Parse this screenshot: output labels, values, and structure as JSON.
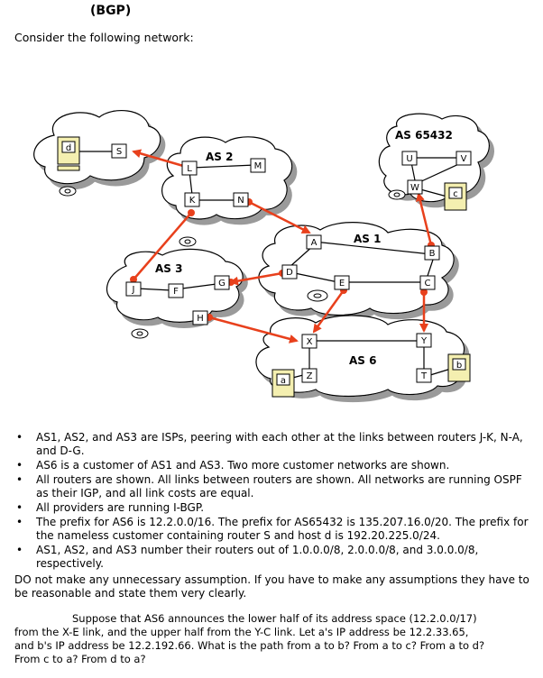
{
  "header": {
    "title": "(BGP)",
    "intro": "Consider the following network:"
  },
  "diagram": {
    "as_labels": {
      "as2": "AS 2",
      "as1": "AS 1",
      "as3": "AS 3",
      "as6": "AS 6",
      "as65432": "AS 65432"
    },
    "routers": [
      "S",
      "L",
      "M",
      "K",
      "N",
      "A",
      "B",
      "U",
      "V",
      "W",
      "J",
      "F",
      "G",
      "D",
      "E",
      "C",
      "H",
      "X",
      "Y",
      "Z",
      "T"
    ],
    "hosts": [
      "d",
      "a",
      "b",
      "c"
    ]
  },
  "bullets": [
    "AS1, AS2, and AS3 are ISPs, peering with each other at the links between routers J-K, N-A, and D-G.",
    "AS6 is a customer of AS1 and AS3. Two more customer networks are shown.",
    "All routers are shown. All links between routers are shown. All networks are running OSPF as their IGP, and all link costs are equal.",
    "All providers are running I-BGP.",
    "The prefix for AS6 is 12.2.0.0/16. The prefix for  AS65432 is 135.207.16.0/20. The prefix for the nameless customer containing router S and host d is 192.20.225.0/24.",
    "AS1, AS2, and AS3 number their routers out of 1.0.0.0/8, 2.0.0.0/8, and 3.0.0.0/8, respectively."
  ],
  "assumption_note": "DO not make any unnecessary assumption. If you have to make any assumptions they have to be reasonable and state them very clearly.",
  "question": {
    "line1": "Suppose  that AS6 announces the lower half of its address space (12.2.0.0/17)",
    "line2": "from the X-E link, and the upper half from the Y-C link. Let a's IP address be 12.2.33.65,",
    "line3": "and  b's IP address be 12.2.192.66. What is the path from a to b? From a to c? From a to d?",
    "line4": "From c to a? From d to a?"
  }
}
